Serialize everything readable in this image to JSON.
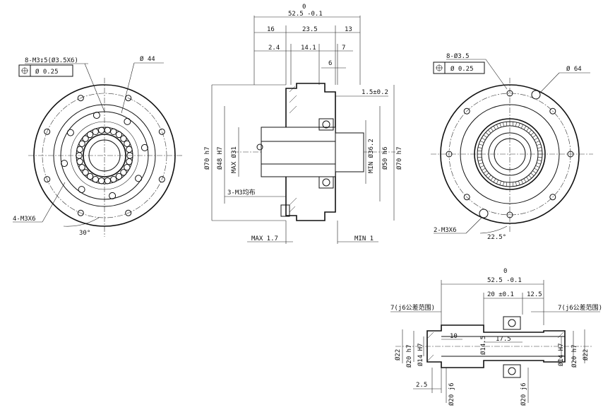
{
  "front_view": {
    "bolt_circle_label": "8-M3↧5(Ø3.5X6)",
    "tolerance_value": "Ø 0.25",
    "diameter_label": "Ø 44",
    "side_thread_label": "4-M3X6",
    "angle_label": "30°"
  },
  "section_view": {
    "top_zero": "0",
    "overall_length": "52.5 -0.1",
    "dim_16": "16",
    "dim_23_5": "23.5",
    "dim_13": "13",
    "dim_2_4": "2.4",
    "dim_14_1": "14.1",
    "dim_7": "7",
    "dim_6": "6",
    "dim_1_5": "1.5±0.2",
    "dia_70_h7_left": "Ø70 h7",
    "dia_48_H7": "Ø48 H7",
    "dia_31_max": "MAX Ø31",
    "dia_36_2_min": "MIN Ø36.2",
    "dia_50_h6": "Ø50 h6",
    "dia_70_h7_right": "Ø70 h7",
    "thread_3_M3": "3-M3均布",
    "max_1_7": "MAX 1.7",
    "min_1": "MIN 1"
  },
  "rear_view": {
    "bolt_label": "8-Ø3.5",
    "tolerance_value": "Ø 0.25",
    "diameter_label": "Ø 64",
    "thread_label": "2-M3X6",
    "angle_label": "22.5°"
  },
  "shaft_view": {
    "top_zero": "0",
    "overall_length": "52.5 -0.1",
    "dim_20": "20 ±0.1",
    "dim_12_5": "12.5",
    "left_note": "7(j6公差范围)",
    "right_note": "7(j6公差范围)",
    "dia_22_left": "Ø22",
    "dia_20_h7_left": "Ø20 h7",
    "dia_14_h7_left": "Ø14 H7",
    "dim_10": "10",
    "dia_14_5": "Ø14.5",
    "dim_17_5": "17.5",
    "dia_14_h7_right": "Ø14 H7",
    "dia_20_h7_right": "Ø20 h7",
    "dia_22_right": "Ø22",
    "dim_2_5": "2.5",
    "dia_20_j6_left": "Ø20 j6",
    "dia_20_j6_right": "Ø20 j6"
  }
}
